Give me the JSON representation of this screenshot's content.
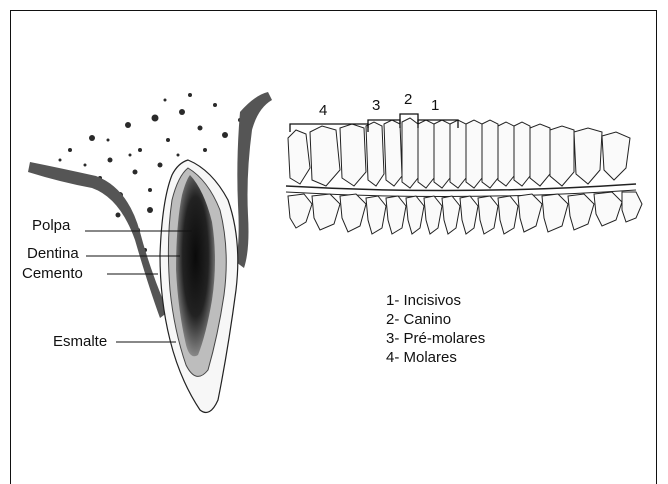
{
  "tooth_labels": {
    "polpa": "Polpa",
    "dentina": "Dentina",
    "cemento": "Cemento",
    "esmalte": "Esmalte"
  },
  "group_numbers": [
    "4",
    "3",
    "2",
    "1"
  ],
  "legend": [
    "1- Incisivos",
    "2- Canino",
    "3- Pré-molares",
    "4- Molares"
  ]
}
